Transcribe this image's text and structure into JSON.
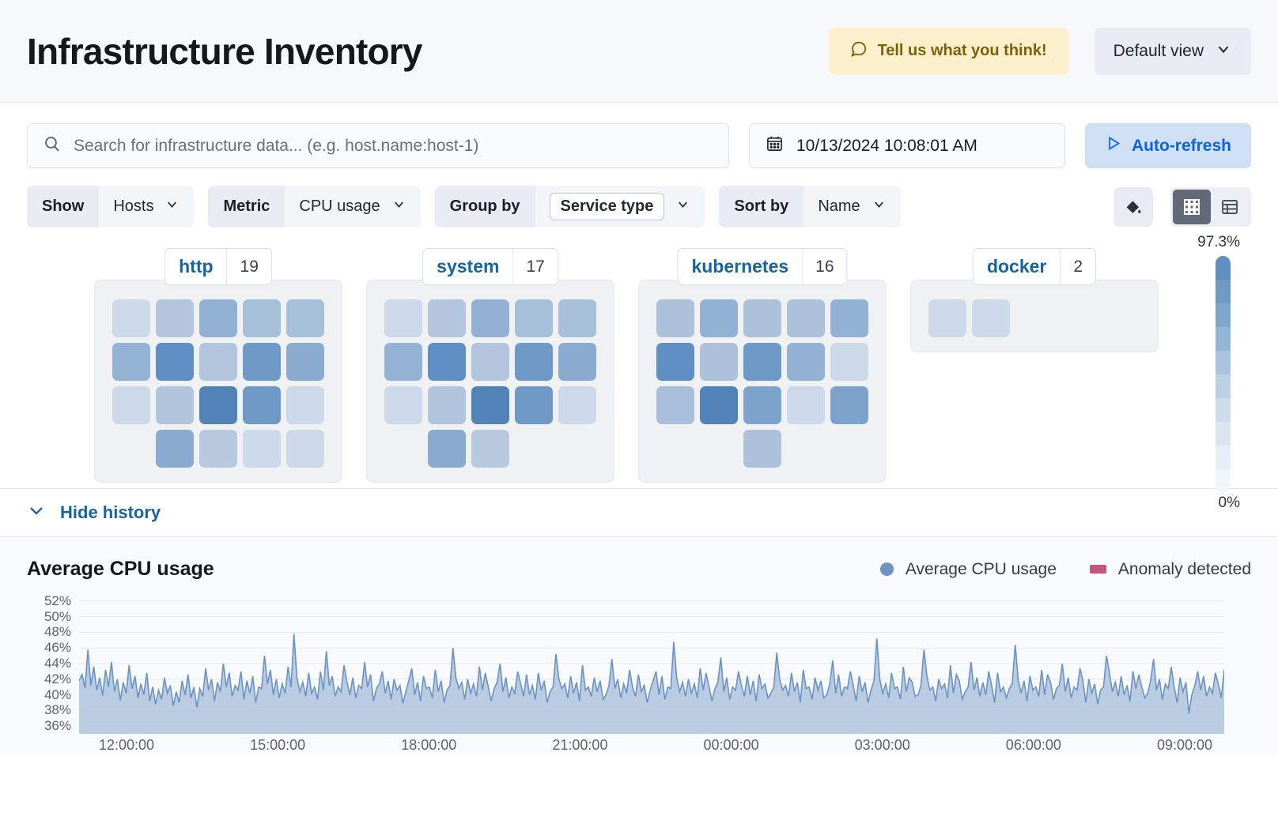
{
  "header": {
    "title": "Infrastructure Inventory",
    "feedback_label": "Tell us what you think!",
    "feedback_icon": "comment-icon",
    "view_label": "Default view",
    "view_icon": "chevron-down-icon"
  },
  "search": {
    "placeholder": "Search for infrastructure data... (e.g. host.name:host-1)",
    "value": "",
    "icon": "search-icon"
  },
  "datepicker": {
    "value": "10/13/2024 10:08:01 AM",
    "icon": "calendar-icon"
  },
  "autorefresh": {
    "label": "Auto-refresh",
    "icon": "play-icon"
  },
  "filters": [
    {
      "label": "Show",
      "value": "Hosts",
      "boxed": false,
      "icon": "chevron-down-icon"
    },
    {
      "label": "Metric",
      "value": "CPU usage",
      "boxed": false,
      "icon": "chevron-down-icon"
    },
    {
      "label": "Group by",
      "value": "Service type",
      "boxed": true,
      "icon": "chevron-down-icon"
    },
    {
      "label": "Sort by",
      "value": "Name",
      "boxed": false,
      "icon": "chevron-down-icon"
    }
  ],
  "view_controls": {
    "legend_icon": "color-fill-icon",
    "grid_icon": "grid-view-icon",
    "table_icon": "table-view-icon",
    "active_view": "grid"
  },
  "legend_scale": {
    "max_label": "97.3%",
    "min_label": "0%",
    "colors": [
      "#6090bf",
      "#6e9ac5",
      "#7ea7cd",
      "#93b5d6",
      "#a9c4de",
      "#bcd0e4",
      "#cddbeb",
      "#dbe5f0",
      "#e8eef6",
      "#f2f5fa"
    ]
  },
  "groups": [
    {
      "name": "http",
      "count": "19",
      "columns": 5,
      "cells": [
        "#cbd9e8",
        "#b4c7de",
        "#92b1d2",
        "#a6c0da",
        "#a6c0da",
        "#94b2d3",
        "#5f8fc3",
        "#b2c5dd",
        "#6d99c7",
        "#8aabd0",
        "#cbd9e8",
        "#b0c4dc",
        "#5183b9",
        "#6f9ac7",
        "#cbd9e8",
        "#8aabd0",
        "#b7c9df",
        "#cbd9e8",
        "#cbd9e8"
      ],
      "last_row_offset": 1
    },
    {
      "name": "system",
      "count": "17",
      "columns": 5,
      "cells": [
        "#cbd9e8",
        "#b4c7de",
        "#92b1d2",
        "#a6c0da",
        "#a6c0da",
        "#94b2d3",
        "#5f8fc3",
        "#b2c5dd",
        "#6d99c7",
        "#8aabd0",
        "#cbd9e8",
        "#b0c4dc",
        "#5183b9",
        "#6f9ac7",
        "#cbd9e8",
        "#8aabd0",
        "#b7c9df"
      ],
      "last_row_offset": 1
    },
    {
      "name": "kubernetes",
      "count": "16",
      "columns": 5,
      "cells": [
        "#aec1db",
        "#93b1d2",
        "#aec1db",
        "#aec1db",
        "#93b1d2",
        "#5f8fc3",
        "#aec1db",
        "#6d99c7",
        "#93b1d2",
        "#cbd9e8",
        "#a9bedb",
        "#5183b9",
        "#7ca3cb",
        "#cbd9e8",
        "#7ba2cb",
        "#aec1db"
      ],
      "last_row_offset": 2
    },
    {
      "name": "docker",
      "count": "2",
      "columns": 5,
      "cells": [
        "#cbd9e8",
        "#cbd9e8"
      ],
      "last_row_offset": 0
    }
  ],
  "history": {
    "toggle_label": "Hide history",
    "toggle_icon": "chevron-down-icon"
  },
  "chart_data": {
    "type": "area",
    "title": "Average CPU usage",
    "xlabel": "",
    "ylabel": "",
    "ylim": [
      35,
      53
    ],
    "grid": true,
    "legend_position": "top-right",
    "legend": [
      {
        "name": "Average CPU usage",
        "marker": "dot",
        "color": "#6b93c4"
      },
      {
        "name": "Anomaly detected",
        "marker": "rect",
        "color": "#c4567a"
      }
    ],
    "ytick_labels": [
      "52%",
      "50%",
      "48%",
      "46%",
      "44%",
      "42%",
      "40%",
      "38%",
      "36%"
    ],
    "ytick_values": [
      52,
      50,
      48,
      46,
      44,
      42,
      40,
      38,
      36
    ],
    "xtick_labels": [
      "12:00:00",
      "15:00:00",
      "18:00:00",
      "21:00:00",
      "00:00:00",
      "03:00:00",
      "06:00:00",
      "09:00:00"
    ],
    "series": [
      {
        "name": "Average CPU usage",
        "color": "#6b93c4",
        "fill": "#aec3dc",
        "values": [
          41.8,
          42.6,
          40.9,
          45.8,
          41.2,
          43.6,
          40.6,
          42.2,
          39.9,
          43.2,
          41.0,
          44.2,
          40.4,
          42.0,
          39.3,
          41.6,
          40.2,
          43.8,
          40.8,
          42.4,
          39.6,
          41.4,
          40.0,
          42.8,
          39.2,
          41.0,
          38.8,
          40.6,
          39.4,
          42.2,
          40.2,
          41.2,
          38.6,
          40.4,
          39.0,
          41.8,
          40.0,
          42.6,
          39.6,
          41.0,
          38.4,
          40.8,
          39.8,
          43.4,
          40.6,
          42.0,
          39.2,
          41.6,
          40.4,
          44.0,
          41.0,
          42.8,
          39.8,
          41.2,
          40.6,
          43.0,
          39.4,
          41.8,
          40.2,
          42.4,
          39.0,
          41.0,
          40.8,
          45.0,
          41.4,
          43.2,
          40.0,
          42.0,
          39.6,
          41.4,
          40.2,
          43.6,
          41.0,
          47.8,
          42.2,
          40.4,
          41.6,
          39.8,
          42.8,
          40.2,
          41.0,
          39.4,
          43.0,
          40.6,
          45.6,
          41.2,
          42.4,
          39.8,
          41.0,
          40.4,
          43.8,
          41.6,
          40.0,
          42.2,
          39.6,
          41.2,
          40.8,
          44.2,
          41.0,
          42.6,
          39.2,
          40.8,
          41.4,
          43.0,
          40.2,
          41.8,
          39.4,
          42.0,
          40.6,
          41.2,
          38.9,
          40.4,
          41.8,
          43.4,
          40.0,
          41.6,
          39.2,
          42.4,
          40.8,
          41.0,
          39.6,
          43.2,
          40.4,
          41.8,
          39.0,
          40.6,
          41.2,
          46.0,
          42.2,
          40.8,
          41.6,
          39.4,
          42.0,
          40.2,
          41.4,
          39.8,
          43.6,
          40.6,
          42.8,
          41.0,
          39.2,
          40.8,
          41.6,
          44.0,
          40.4,
          42.2,
          39.6,
          41.0,
          40.2,
          43.0,
          41.4,
          39.8,
          42.6,
          40.0,
          41.2,
          39.4,
          42.8,
          40.6,
          41.8,
          39.0,
          40.4,
          41.0,
          45.2,
          42.0,
          40.8,
          41.4,
          39.6,
          42.4,
          40.2,
          41.6,
          39.2,
          43.8,
          40.6,
          41.0,
          39.8,
          42.2,
          40.4,
          41.8,
          39.4,
          40.0,
          41.2,
          44.6,
          40.8,
          42.0,
          39.6,
          41.4,
          40.2,
          43.2,
          41.0,
          39.8,
          42.6,
          40.4,
          41.2,
          39.0,
          40.6,
          41.8,
          43.0,
          40.0,
          42.4,
          39.4,
          41.0,
          40.8,
          46.8,
          42.2,
          40.4,
          41.6,
          39.8,
          42.0,
          40.2,
          41.4,
          39.6,
          43.4,
          40.6,
          42.8,
          41.0,
          39.2,
          40.8,
          41.6,
          44.8,
          40.4,
          42.2,
          39.4,
          41.0,
          40.6,
          43.0,
          41.2,
          39.8,
          42.4,
          40.0,
          41.8,
          39.2,
          42.6,
          40.8,
          41.4,
          39.6,
          40.2,
          41.0,
          45.4,
          42.0,
          40.6,
          41.2,
          39.8,
          42.8,
          40.4,
          41.6,
          39.0,
          43.2,
          40.8,
          41.0,
          39.4,
          42.2,
          40.6,
          41.8,
          39.6,
          40.0,
          41.4,
          44.4,
          40.2,
          42.6,
          39.8,
          41.0,
          40.8,
          43.0,
          41.2,
          39.2,
          42.4,
          40.4,
          41.6,
          39.0,
          40.6,
          41.8,
          47.2,
          42.0,
          40.2,
          41.4,
          39.6,
          42.8,
          40.8,
          41.0,
          39.4,
          43.6,
          40.4,
          42.2,
          41.6,
          39.8,
          40.0,
          41.2,
          45.8,
          42.4,
          40.6,
          41.0,
          39.2,
          42.0,
          40.8,
          41.4,
          39.6,
          43.8,
          40.2,
          42.6,
          41.8,
          39.4,
          40.4,
          41.0,
          44.2,
          40.6,
          42.2,
          39.8,
          41.6,
          40.0,
          43.0,
          41.2,
          39.0,
          42.8,
          40.4,
          41.0,
          39.6,
          40.8,
          41.4,
          46.4,
          42.0,
          40.2,
          41.8,
          39.2,
          42.4,
          40.6,
          41.0,
          39.8,
          43.2,
          40.0,
          42.6,
          41.6,
          39.4,
          40.8,
          41.2,
          44.0,
          40.4,
          42.2,
          39.6,
          41.0,
          40.6,
          43.4,
          41.8,
          39.0,
          42.0,
          40.2,
          41.4,
          38.8,
          40.6,
          41.0,
          45.0,
          42.8,
          40.4,
          41.6,
          39.8,
          42.4,
          40.0,
          41.2,
          39.2,
          43.0,
          40.8,
          42.6,
          41.0,
          39.6,
          40.2,
          41.8,
          44.6,
          40.6,
          42.0,
          39.4,
          41.4,
          40.8,
          43.6,
          41.0,
          39.0,
          42.2,
          40.4,
          41.6,
          37.6,
          40.0,
          41.2,
          43.0,
          40.6,
          42.4,
          39.8,
          41.0,
          40.2,
          42.8,
          41.4,
          39.6,
          43.2
        ]
      }
    ]
  }
}
